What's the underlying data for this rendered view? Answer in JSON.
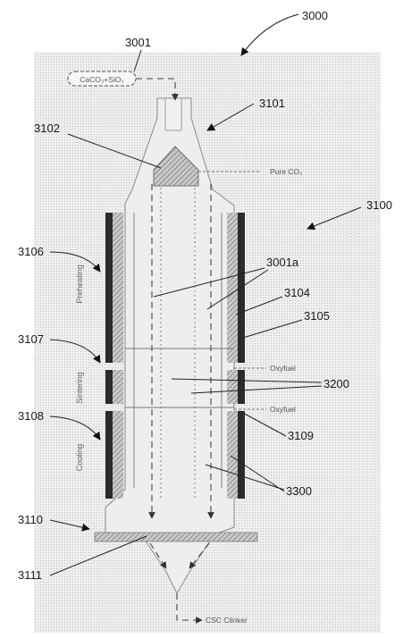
{
  "figure": {
    "refs": {
      "r3000": "3000",
      "r3001": "3001",
      "r3101": "3101",
      "r3102": "3102",
      "r3100": "3100",
      "r3106": "3106",
      "r3001a": "3001a",
      "r3104": "3104",
      "r3105": "3105",
      "r3107": "3107",
      "r3200": "3200",
      "r3108": "3108",
      "r3109": "3109",
      "r3300": "3300",
      "r3110": "3110",
      "r3111": "3111"
    },
    "labels": {
      "feed": "CaCO₃+SiO₂",
      "pure_co2": "Pure CO₂",
      "oxyfuel_1": "Oxyfuel",
      "oxyfuel_2": "Oxyfuel",
      "zone_preheating": "Preheating",
      "zone_sintering": "Sintering",
      "zone_cooling": "Cooling",
      "product": "CSC Clinker"
    }
  }
}
